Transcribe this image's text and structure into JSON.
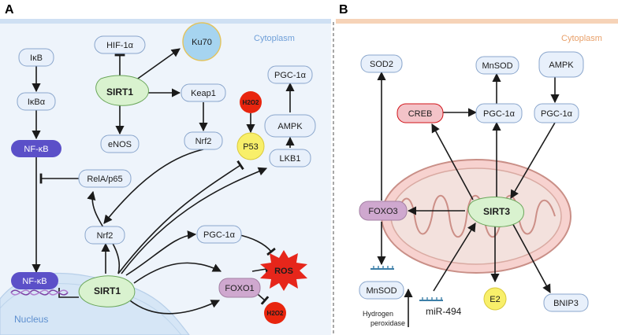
{
  "panel_a": {
    "letter": "A",
    "cytoplasm": "Cytoplasm",
    "nucleus": "Nucleus",
    "nodes": {
      "ikb": "IκB",
      "ikba": "IκBα",
      "nfkb": "NF-κB",
      "nfkb_dna": "NF-κB",
      "hif": "HIF-1α",
      "ku70": "Ku70",
      "sirt1_top": "SIRT1",
      "keap1": "Keap1",
      "enos": "eNOS",
      "nrf2_top": "Nrf2",
      "h2o2_top": "H2O2",
      "p53": "P53",
      "pgc_top": "PGC-1α",
      "ampk": "AMPK",
      "lkb1": "LKB1",
      "relap65": "RelA/p65",
      "nrf2_low": "Nrf2",
      "sirt1_main": "SIRT1",
      "pgc_low": "PGC-1α",
      "ros": "ROS",
      "foxo1": "FOXO1",
      "h2o2_low": "H2O2"
    }
  },
  "panel_b": {
    "letter": "B",
    "cytoplasm": "Cytoplasm",
    "nodes": {
      "sod2": "SOD2",
      "mnsod_top": "MnSOD",
      "ampk": "AMPK",
      "creb": "CREB",
      "pgc_mid": "PGC-1α",
      "pgc_right": "PGC-1α",
      "foxo3": "FOXO3",
      "sirt3": "SIRT3",
      "mnsod_low": "MnSOD",
      "e2": "E2",
      "bnip3": "BNIP3",
      "mir494": "miR-494",
      "hydrogen_line1": "Hydrogen",
      "hydrogen_line2": "peroxidase"
    }
  },
  "colors": {
    "node_fill": "#e8f0fb",
    "node_stroke": "#8aa6cc",
    "sirt_fill": "#d9f2cf",
    "nfkb_fill": "#5b50c8",
    "foxo_fill": "#cfa8cf",
    "creb_fill": "#f3c3c8",
    "h2o2_fill": "#e8250e",
    "p53_fill": "#f8ef6a",
    "ku70_fill": "#a6d4f0",
    "ros_fill": "#e6261b"
  }
}
